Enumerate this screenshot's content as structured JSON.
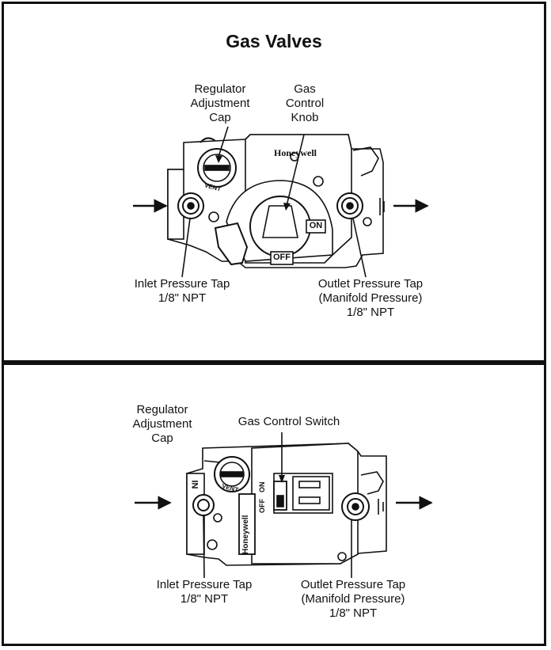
{
  "title": "Gas Valves",
  "brand": "Honeywell",
  "top_valve": {
    "regulator_label": [
      "Regulator",
      "Adjustment",
      "Cap"
    ],
    "knob_label": [
      "Gas",
      "Control",
      "Knob"
    ],
    "inlet_label": [
      "Inlet Pressure Tap",
      "1/8\" NPT"
    ],
    "outlet_label": [
      "Outlet Pressure Tap",
      "(Manifold Pressure)",
      "1/8\" NPT"
    ],
    "vent_text": "VENT",
    "on_text": "ON",
    "off_text": "OFF"
  },
  "bottom_valve": {
    "regulator_label": [
      "Regulator",
      "Adjustment",
      "Cap"
    ],
    "switch_label": "Gas Control Switch",
    "inlet_label": [
      "Inlet Pressure Tap",
      "1/8\" NPT"
    ],
    "outlet_label": [
      "Outlet Pressure Tap",
      "(Manifold Pressure)",
      "1/8\" NPT"
    ],
    "vent_text": "VENT",
    "on_text": "ON",
    "off_text": "OFF",
    "in_text": "IN"
  }
}
